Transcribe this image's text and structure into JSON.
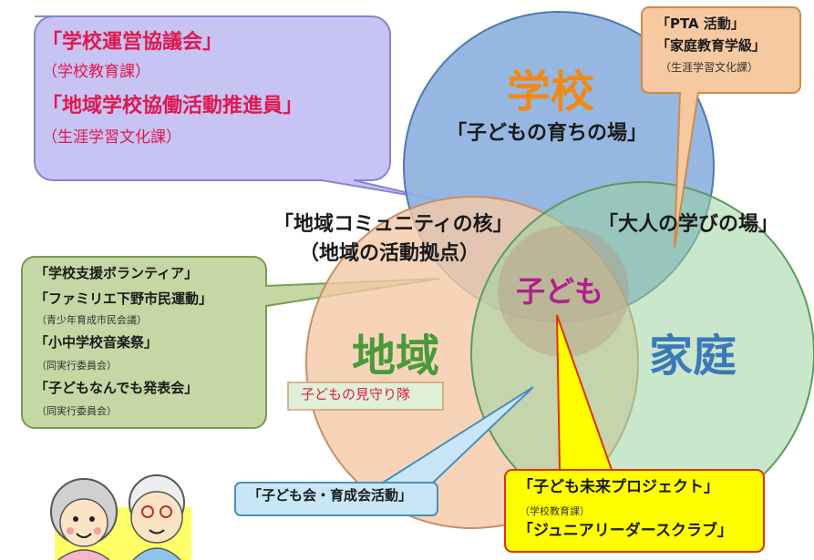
{
  "circles": {
    "school": {
      "title": "学校",
      "subtitle": "「子どもの育ちの場」",
      "fill": "#8fb3df"
    },
    "community": {
      "title": "地域",
      "label_line1": "「地域コミュニティの核」",
      "label_line2": "（地域の活動拠点）",
      "fill": "#f5c9a6"
    },
    "family": {
      "title": "家庭",
      "label": "「大人の学びの場」",
      "fill": "#9dd39e"
    },
    "center": {
      "label": "子ども"
    }
  },
  "callouts": {
    "school_top_left": {
      "fill": "#c7c3f3",
      "lines": [
        {
          "text": "「学校運営協議会」",
          "style": "pink"
        },
        {
          "text": "（学校教育課）",
          "style": "pinksub"
        },
        {
          "text": "「地域学校協働活動推進員」",
          "style": "pink"
        },
        {
          "text": "（生涯学習文化課）",
          "style": "pinksub"
        }
      ]
    },
    "pta": {
      "fill": "#f7c9a0",
      "lines": [
        {
          "text": "「PTA 活動」",
          "style": "dark"
        },
        {
          "text": "「家庭教育学級」",
          "style": "dark"
        },
        {
          "text": "（生涯学習文化課）",
          "style": "darksub"
        }
      ]
    },
    "community_left": {
      "fill": "#c4d7a4",
      "lines": [
        {
          "text": "「学校支援ボランティア」",
          "style": "dark"
        },
        {
          "text": "「ファミリエ下野市民運動」",
          "style": "dark"
        },
        {
          "text": "（青少年育成市民会議）",
          "style": "darksub"
        },
        {
          "text": "「小中学校音楽祭」",
          "style": "dark"
        },
        {
          "text": "（同実行委員会）",
          "style": "darksub"
        },
        {
          "text": "「子どもなんでも発表会」",
          "style": "dark"
        },
        {
          "text": "（同実行委員会）",
          "style": "darksub"
        }
      ]
    },
    "watch_group": {
      "fill": "#dff0d6",
      "text": "子どもの見守り隊"
    },
    "kids_club": {
      "fill": "#c8e6f5",
      "text": "「子ども会・育成会活動」"
    },
    "future_project": {
      "fill": "#ffff00",
      "lines": [
        {
          "text": "「子ども未来プロジェクト」",
          "style": "dark"
        },
        {
          "text": "（学校教育課）",
          "style": "darksub"
        },
        {
          "text": "「ジュニアリーダースクラブ」",
          "style": "dark"
        }
      ]
    }
  },
  "colors": {
    "pink_text": "#e0184f",
    "school_title": "#f08a17",
    "community_title": "#4a9a3a",
    "family_title": "#3c79b8",
    "center_text": "#b01f8c"
  }
}
